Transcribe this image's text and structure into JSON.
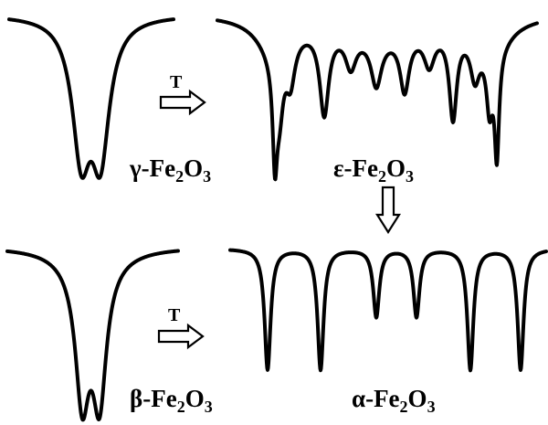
{
  "labels": {
    "gamma_greek": "γ",
    "epsilon_greek": "ε",
    "beta_greek": "β",
    "alpha_greek": "α",
    "prefix": "-Fe",
    "sub_fe": "2",
    "oxygen": "O",
    "sub_o": "3",
    "temperature": "T"
  },
  "colors": {
    "line": "#000000",
    "background": "#ffffff"
  }
}
